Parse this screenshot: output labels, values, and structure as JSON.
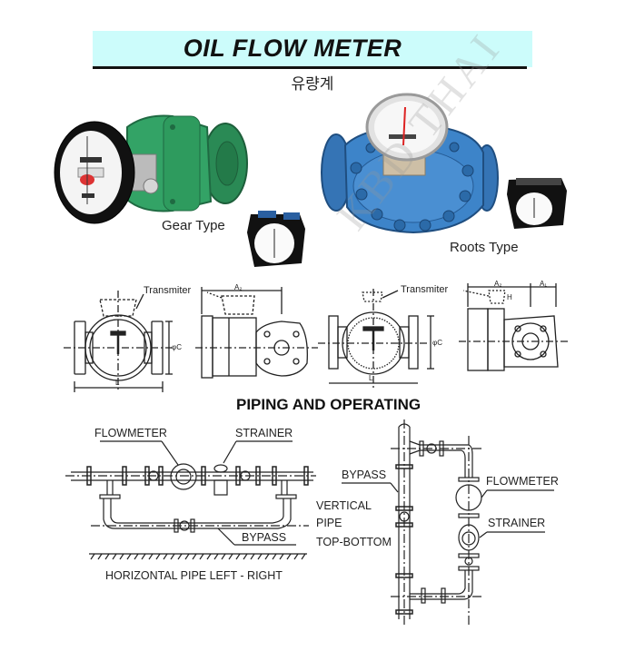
{
  "header": {
    "title": "OIL FLOW METER",
    "subtitle": "유량계",
    "banner_color": "#ccfcfb"
  },
  "products": [
    {
      "name": "Gear Type",
      "body_color": "#2e9b5e"
    },
    {
      "name": "Roots Type",
      "body_color": "#3d7fc4"
    }
  ],
  "dimension_drawings": {
    "transmitter_label_left": "Transmiter",
    "transmitter_label_right": "Transmiter",
    "dim_length": "L",
    "dim_diameter": "φC",
    "dim_a2": "A₂",
    "dim_a1": "A₁",
    "dim_h": "H"
  },
  "piping": {
    "section_title": "PIPING AND OPERATING",
    "horizontal": {
      "flowmeter_label": "FLOWMETER",
      "strainer_label": "STRAINER",
      "bypass_label": "BYPASS",
      "caption": "HORIZONTAL PIPE  LEFT - RIGHT"
    },
    "vertical": {
      "bypass_label": "BYPASS",
      "flowmeter_label": "FLOWMETER",
      "strainer_label": "STRAINER",
      "caption_line1": "VERTICAL",
      "caption_line2": "PIPE",
      "caption_line3": "TOP-BOTTOM"
    }
  },
  "watermark": "KBD THAI"
}
